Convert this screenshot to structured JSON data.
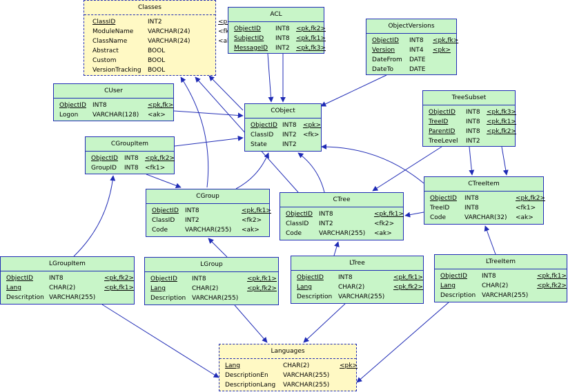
{
  "entities": [
    {
      "id": "classes",
      "title": "Classes",
      "view": true,
      "cols": [
        8,
        88,
        190
      ],
      "rows": [
        {
          "n": "ClassID",
          "t": "INT2",
          "c": "<pk>",
          "u": true
        },
        {
          "n": "ModuleName",
          "t": "VARCHAR(24)",
          "c": "<fk>",
          "u": false
        },
        {
          "n": "ClassName",
          "t": "VARCHAR(24)",
          "c": "<ak>",
          "u": false
        },
        {
          "n": "Abstract",
          "t": "BOOL",
          "c": "",
          "u": false
        },
        {
          "n": "Custom",
          "t": "BOOL",
          "c": "",
          "u": false
        },
        {
          "n": "VersionTracking",
          "t": "BOOL",
          "c": "",
          "u": false
        }
      ]
    },
    {
      "id": "acl",
      "title": "ACL",
      "view": false,
      "cols": [
        4,
        64,
        94
      ],
      "rows": [
        {
          "n": "ObjectID",
          "t": "INT8",
          "c": "<pk,fk2>",
          "u": true
        },
        {
          "n": "SubjectID",
          "t": "INT8",
          "c": "<pk,fk1>",
          "u": true
        },
        {
          "n": "MessageID",
          "t": "INT2",
          "c": "<pk,fk3>",
          "u": true
        }
      ]
    },
    {
      "id": "objectversions",
      "title": "ObjectVersions",
      "view": false,
      "cols": [
        4,
        58,
        92
      ],
      "rows": [
        {
          "n": "ObjectID",
          "t": "INT8",
          "c": "<pk,fk>",
          "u": true
        },
        {
          "n": "Version",
          "t": "INT4",
          "c": "<pk>",
          "u": true
        },
        {
          "n": "DateFrom",
          "t": "DATE",
          "c": "",
          "u": false
        },
        {
          "n": "DateTo",
          "t": "DATE",
          "c": "",
          "u": false
        }
      ]
    },
    {
      "id": "cuser",
      "title": "CUser",
      "view": false,
      "cols": [
        4,
        52,
        132
      ],
      "rows": [
        {
          "n": "ObjectID",
          "t": "INT8",
          "c": "<pk,fk>",
          "u": true
        },
        {
          "n": "Logon",
          "t": "VARCHAR(128)",
          "c": "<ak>",
          "u": false
        }
      ]
    },
    {
      "id": "cobject",
      "title": "CObject",
      "view": false,
      "cols": [
        4,
        50,
        80
      ],
      "rows": [
        {
          "n": "ObjectID",
          "t": "INT8",
          "c": "<pk>",
          "u": true
        },
        {
          "n": "ClassID",
          "t": "INT2",
          "c": "<fk>",
          "u": false
        },
        {
          "n": "State",
          "t": "INT2",
          "c": "",
          "u": false
        }
      ]
    },
    {
      "id": "treesubset",
      "title": "TreeSubset",
      "view": false,
      "cols": [
        4,
        58,
        88
      ],
      "rows": [
        {
          "n": "ObjectID",
          "t": "INT8",
          "c": "<pk,fk3>",
          "u": true
        },
        {
          "n": "TreeID",
          "t": "INT8",
          "c": "<pk,fk1>",
          "u": true
        },
        {
          "n": "ParentID",
          "t": "INT8",
          "c": "<pk,fk2>",
          "u": true
        },
        {
          "n": "TreeLevel",
          "t": "INT2",
          "c": "",
          "u": false
        }
      ]
    },
    {
      "id": "cgroupitem",
      "title": "CGroupItem",
      "view": false,
      "cols": [
        4,
        52,
        82
      ],
      "rows": [
        {
          "n": "ObjectID",
          "t": "INT8",
          "c": "<pk,fk2>",
          "u": true
        },
        {
          "n": "GroupID",
          "t": "INT8",
          "c": "<fk1>",
          "u": false
        }
      ]
    },
    {
      "id": "cgroup",
      "title": "CGroup",
      "view": false,
      "cols": [
        4,
        52,
        134
      ],
      "rows": [
        {
          "n": "ObjectID",
          "t": "INT8",
          "c": "<pk,fk1>",
          "u": true
        },
        {
          "n": "ClassID",
          "t": "INT2",
          "c": "<fk2>",
          "u": false
        },
        {
          "n": "Code",
          "t": "VARCHAR(255)",
          "c": "<ak>",
          "u": false
        }
      ]
    },
    {
      "id": "ctree",
      "title": "CTree",
      "view": false,
      "cols": [
        4,
        52,
        132
      ],
      "rows": [
        {
          "n": "ObjectID",
          "t": "INT8",
          "c": "<pk,fk1>",
          "u": true
        },
        {
          "n": "ClassID",
          "t": "INT2",
          "c": "<fk2>",
          "u": false
        },
        {
          "n": "Code",
          "t": "VARCHAR(255)",
          "c": "<ak>",
          "u": false
        }
      ]
    },
    {
      "id": "ctreeitem",
      "title": "CTreeItem",
      "view": false,
      "cols": [
        4,
        54,
        128
      ],
      "rows": [
        {
          "n": "ObjectID",
          "t": "INT8",
          "c": "<pk,fk2>",
          "u": true
        },
        {
          "n": "TreeID",
          "t": "INT8",
          "c": "<fk1>",
          "u": false
        },
        {
          "n": "Code",
          "t": "VARCHAR(32)",
          "c": "<ak>",
          "u": false
        }
      ]
    },
    {
      "id": "lgroupitem",
      "title": "LGroupItem",
      "view": false,
      "cols": [
        4,
        66,
        146
      ],
      "rows": [
        {
          "n": "ObjectID",
          "t": "INT8",
          "c": "<pk,fk2>",
          "u": true
        },
        {
          "n": "Lang",
          "t": "CHAR(2)",
          "c": "<pk,fk1>",
          "u": true
        },
        {
          "n": "Descritption",
          "t": "VARCHAR(255)",
          "c": "",
          "u": false
        }
      ]
    },
    {
      "id": "lgroup",
      "title": "LGroup",
      "view": false,
      "cols": [
        4,
        64,
        144
      ],
      "rows": [
        {
          "n": "ObjectID",
          "t": "INT8",
          "c": "<pk,fk1>",
          "u": true
        },
        {
          "n": "Lang",
          "t": "CHAR(2)",
          "c": "<pk,fk2>",
          "u": true
        },
        {
          "n": "Description",
          "t": "VARCHAR(255)",
          "c": "",
          "u": false
        }
      ]
    },
    {
      "id": "ltree",
      "title": "LTree",
      "view": false,
      "cols": [
        4,
        64,
        144
      ],
      "rows": [
        {
          "n": "ObjectID",
          "t": "INT8",
          "c": "<pk,fk1>",
          "u": true
        },
        {
          "n": "Lang",
          "t": "CHAR(2)",
          "c": "<pk,fk2>",
          "u": true
        },
        {
          "n": "Description",
          "t": "VARCHAR(255)",
          "c": "",
          "u": false
        }
      ]
    },
    {
      "id": "ltreeitem",
      "title": "LTreeItem",
      "view": false,
      "cols": [
        4,
        64,
        144
      ],
      "rows": [
        {
          "n": "ObjectID",
          "t": "INT8",
          "c": "<pk,fk1>",
          "u": true
        },
        {
          "n": "Lang",
          "t": "CHAR(2)",
          "c": "<pk,fk2>",
          "u": true
        },
        {
          "n": "Description",
          "t": "VARCHAR(255)",
          "c": "",
          "u": false
        }
      ]
    },
    {
      "id": "languages",
      "title": "Languages",
      "view": true,
      "cols": [
        4,
        88,
        170
      ],
      "rows": [
        {
          "n": "Lang",
          "t": "CHAR(2)",
          "c": "<pk>",
          "u": true
        },
        {
          "n": "DescriptionEn",
          "t": "VARCHAR(255)",
          "c": "",
          "u": false
        },
        {
          "n": "DescriptionLang",
          "t": "VARCHAR(255)",
          "c": "",
          "u": false
        }
      ]
    }
  ],
  "links": [
    {
      "from": "cobject",
      "to": "classes",
      "curve": 0
    },
    {
      "from": "acl",
      "to": "cobject",
      "curve": 0
    },
    {
      "from": "acl",
      "to": "cobject",
      "curve": 0
    },
    {
      "from": "objectversions",
      "to": "cobject",
      "curve": 0
    },
    {
      "from": "cuser",
      "to": "cobject",
      "curve": 0
    },
    {
      "from": "treesubset",
      "to": "ctreeitem",
      "curve": 0
    },
    {
      "from": "treesubset",
      "to": "ctreeitem",
      "curve": 0
    },
    {
      "from": "treesubset",
      "to": "ctree",
      "curve": 0
    },
    {
      "from": "cgroupitem",
      "to": "cobject",
      "curve": 0
    },
    {
      "from": "cgroupitem",
      "to": "cgroup",
      "curve": 0
    },
    {
      "from": "cgroup",
      "to": "cobject",
      "curve": 1
    },
    {
      "from": "cgroup",
      "to": "classes",
      "curve": 1
    },
    {
      "from": "ctree",
      "to": "cobject",
      "curve": 0
    },
    {
      "from": "ctree",
      "to": "classes",
      "curve": 1
    },
    {
      "from": "ctreeitem",
      "to": "ctree",
      "curve": 0
    },
    {
      "from": "ctreeitem",
      "to": "cobject",
      "curve": 1
    },
    {
      "from": "lgroupitem",
      "to": "cgroupitem",
      "curve": 1
    },
    {
      "from": "lgroup",
      "to": "cgroup",
      "curve": 0
    },
    {
      "from": "ltree",
      "to": "ctree",
      "curve": 0
    },
    {
      "from": "ltreeitem",
      "to": "ctreeitem",
      "curve": 0
    },
    {
      "from": "lgroupitem",
      "to": "languages",
      "curve": 0
    },
    {
      "from": "lgroup",
      "to": "languages",
      "curve": 0
    },
    {
      "from": "ltree",
      "to": "languages",
      "curve": 0
    },
    {
      "from": "ltreeitem",
      "to": "languages",
      "curve": 0
    }
  ]
}
